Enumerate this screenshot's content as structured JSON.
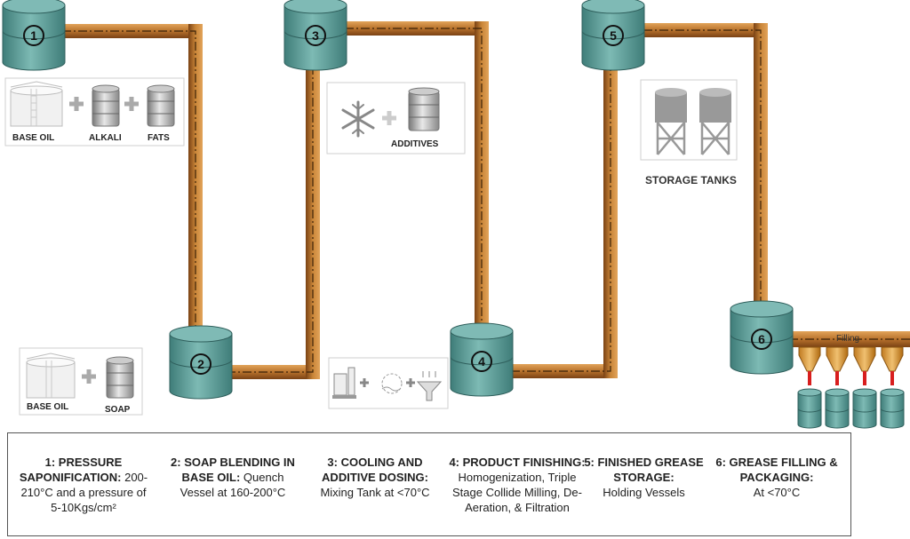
{
  "vessels": [
    {
      "number": "1"
    },
    {
      "number": "2"
    },
    {
      "number": "3"
    },
    {
      "number": "4"
    },
    {
      "number": "5"
    },
    {
      "number": "6"
    }
  ],
  "inputs": {
    "stage1": {
      "base_oil": "BASE OIL",
      "alkali": "ALKALI",
      "fats": "FATS"
    },
    "stage2": {
      "base_oil": "BASE OIL",
      "soap": "SOAP"
    },
    "stage3": {
      "additives": "ADDITIVES"
    },
    "storage_tanks": "STORAGE TANKS",
    "filling": "Filling"
  },
  "steps": [
    {
      "title": "1: PRESSURE SAPONIFICATION:",
      "desc": "200-210°C and a pressure of 5-10Kgs/cm²"
    },
    {
      "title": "2: SOAP BLENDING IN BASE OIL:",
      "desc": "Quench Vessel at 160-200°C"
    },
    {
      "title": "3: COOLING AND ADDITIVE DOSING:",
      "desc": "Mixing Tank at <70°C"
    },
    {
      "title": "4: PRODUCT FINISHING:",
      "desc": "Homogenization, Triple Stage Collide Milling, De-Aeration, & Filtration"
    },
    {
      "title": "5: FINISHED GREASE STORAGE:",
      "desc": "Holding Vessels"
    },
    {
      "title": "6: GREASE FILLING & PACKAGING:",
      "desc": "At <70°C"
    }
  ],
  "colors": {
    "pipe": "#b8722c",
    "pipe_dark": "#7a4214",
    "vessel": "#5b9a96",
    "vessel_top": "#7fbab5",
    "dispenser": "#e0a23a"
  }
}
